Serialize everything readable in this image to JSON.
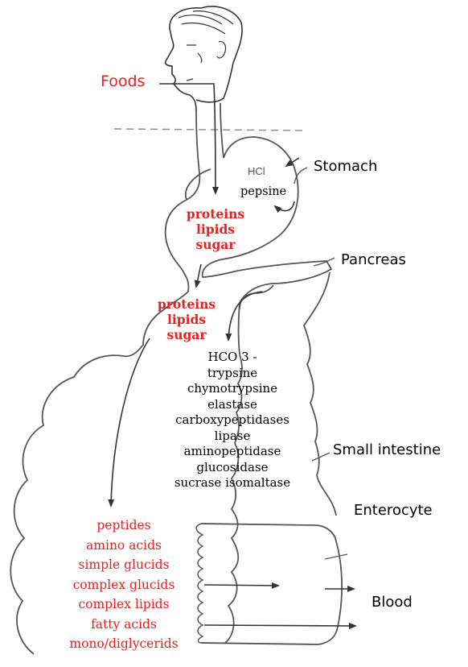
{
  "labels": {
    "foods": "Foods",
    "stomach": "Stomach",
    "hcl": "HCl",
    "pepsine": "pepsine",
    "pancreas": "Pancreas",
    "small_intestine": "Small intestine",
    "enterocyte": "Enterocyte",
    "blood": "Blood"
  },
  "stomach_contents": [
    "proteins",
    "lipids",
    "sugar"
  ],
  "duodenum_contents": [
    "proteins",
    "lipids",
    "sugar"
  ],
  "enzymes": [
    "HCO 3 -",
    "trypsine",
    "chymotrypsine",
    "elastase",
    "carboxypeptidases",
    "lipase",
    "aminopeptidase",
    "glucosidase",
    "sucrase isomaltase"
  ],
  "products": [
    "peptides",
    "amino acids",
    "simple glucids",
    "complex glucids",
    "complex lipids",
    "fatty acids",
    "mono/diglycerids"
  ],
  "colors": {
    "label_red": "#e8201e",
    "outline": "#555555",
    "text": "#000000"
  }
}
